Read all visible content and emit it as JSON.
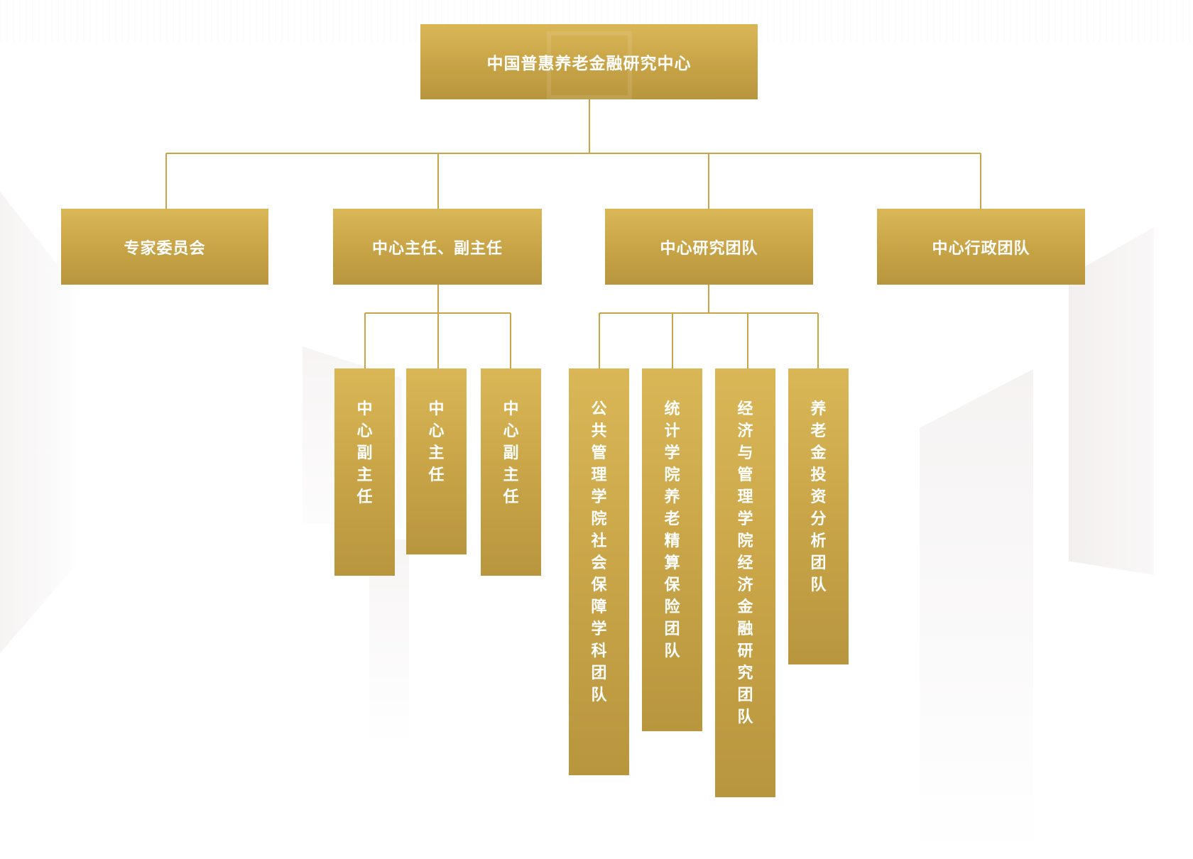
{
  "org_chart": {
    "root": "中国普惠养老金融研究中心",
    "level1": [
      {
        "label": "专家委员会"
      },
      {
        "label": "中心主任、副主任"
      },
      {
        "label": "中心研究团队"
      },
      {
        "label": "中心行政团队"
      }
    ],
    "leadership": [
      {
        "label": "中心副主任"
      },
      {
        "label": "中心主任"
      },
      {
        "label": "中心副主任"
      }
    ],
    "research_teams": [
      {
        "label": "公共管理学院社会保障学科团队"
      },
      {
        "label": "统计学院养老精算保险团队"
      },
      {
        "label": "经济与管理学院经济金融研究团队"
      },
      {
        "label": "养老金投资分析团队"
      }
    ]
  },
  "colors": {
    "box_top": "#d9b757",
    "box_bottom": "#b8963e",
    "connector": "#c9a548",
    "text": "#ffffff"
  }
}
